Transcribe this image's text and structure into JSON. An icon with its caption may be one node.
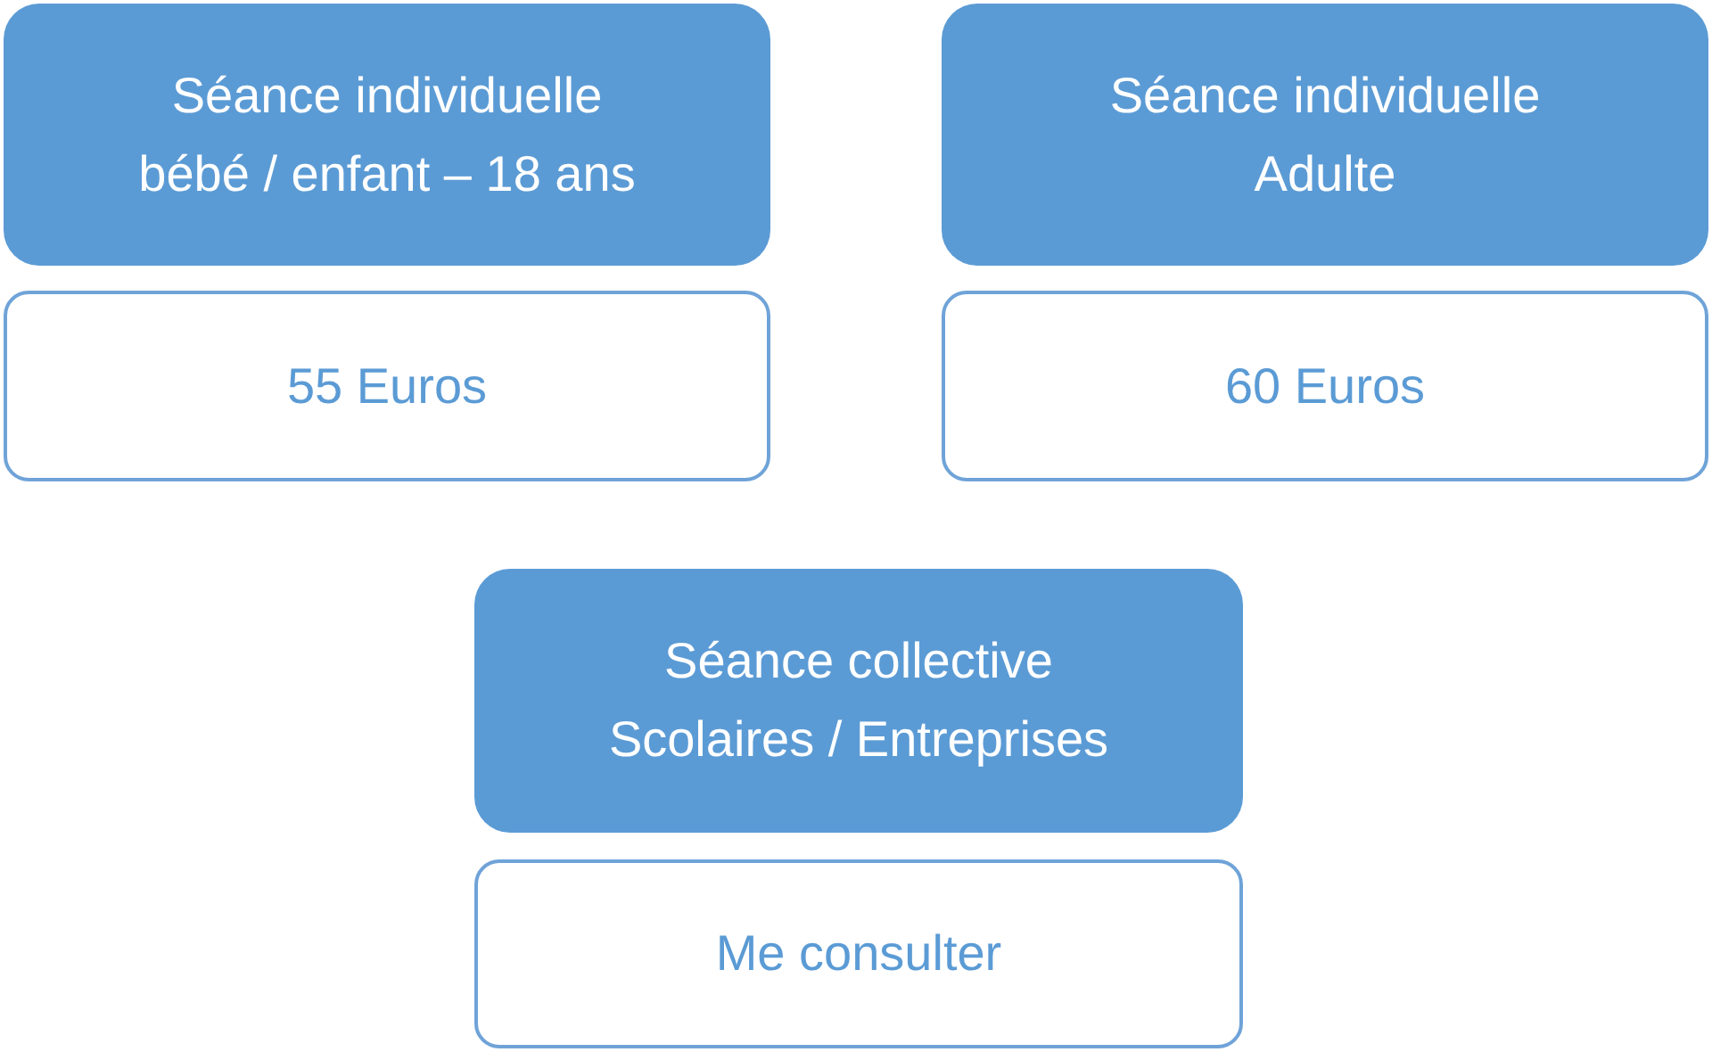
{
  "diagram": {
    "nodes": [
      {
        "text": [
          "Séance individuelle",
          "bébé / enfant – 18 ans"
        ]
      },
      {
        "text": [
          "Séance individuelle",
          "Adulte"
        ]
      },
      {
        "text": [
          "55 Euros"
        ]
      },
      {
        "text": [
          "60 Euros"
        ]
      },
      {
        "text": [
          "Séance collective",
          "Scolaires / Entreprises"
        ]
      },
      {
        "text": [
          "Me consulter"
        ]
      }
    ]
  }
}
